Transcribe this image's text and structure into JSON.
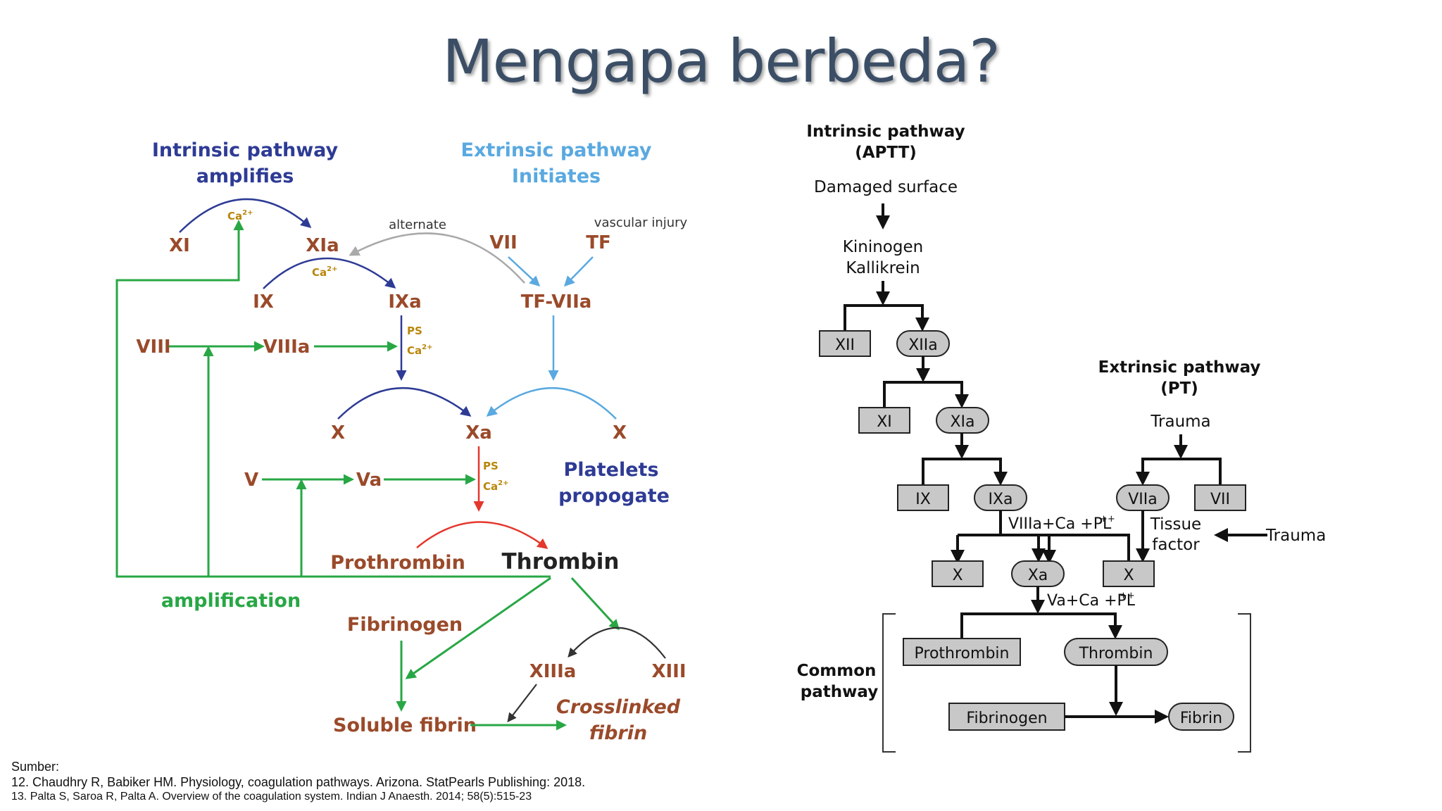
{
  "title": "Mengapa berbeda?",
  "colors": {
    "title": "#3b4e66",
    "intrinsic": "#2e3b95",
    "extrinsic": "#5aa9e0",
    "factor": "#9a4a2a",
    "amplification": "#28a745",
    "thrombin": "#222222",
    "alternate": "#a9a9a9",
    "red": "#e5372b",
    "ca": "#b8860b"
  },
  "left": {
    "intrinsic_header": [
      "Intrinsic pathway",
      "amplifies"
    ],
    "extrinsic_header": [
      "Extrinsic pathway",
      "Initiates"
    ],
    "alternate": "alternate",
    "vascular_injury": "vascular injury",
    "xi": "XI",
    "xia": "XIa",
    "vii": "VII",
    "tf": "TF",
    "ix": "IX",
    "ixa": "IXa",
    "tf_viia": "TF-VIIa",
    "viii": "VIII",
    "viiia": "VIIIa",
    "ps": "PS",
    "ca": "Ca",
    "x_left": "X",
    "xa": "Xa",
    "x_right": "X",
    "v": "V",
    "va": "Va",
    "platelets": [
      "Platelets",
      "propogate"
    ],
    "prothrombin": "Prothrombin",
    "thrombin": "Thrombin",
    "amplification": "amplification",
    "fibrinogen": "Fibrinogen",
    "xiiia": "XIIIa",
    "xiii": "XIII",
    "soluble_fibrin": "Soluble fibrin",
    "crosslinked": [
      "Crosslinked",
      "fibrin"
    ]
  },
  "right": {
    "intrinsic_header": [
      "Intrinsic pathway",
      "(APTT)"
    ],
    "damaged_surface": "Damaged surface",
    "kininogen": [
      "Kininogen",
      "Kallikrein"
    ],
    "xii": "XII",
    "xiia": "XIIa",
    "xi": "XI",
    "xia": "XIa",
    "extrinsic_header": [
      "Extrinsic pathway",
      "(PT)"
    ],
    "trauma_top": "Trauma",
    "ix": "IX",
    "ixa": "IXa",
    "viia": "VIIa",
    "vii": "VII",
    "viiia_complex": "VIIIa+Ca  +PL",
    "tissue_factor": [
      "Tissue",
      "factor"
    ],
    "trauma_side": "Trauma",
    "x_left": "X",
    "xa": "Xa",
    "x_right": "X",
    "va_complex": "Va+Ca  +PL",
    "superscript": "++",
    "common_pathway": [
      "Common",
      "pathway"
    ],
    "prothrombin": "Prothrombin",
    "thrombin": "Thrombin",
    "fibrinogen": "Fibrinogen",
    "fibrin": "Fibrin"
  },
  "sources": {
    "label": "Sumber:",
    "ref1": "12. Chaudhry R, Babiker HM. Physiology, coagulation pathways. Arizona. StatPearls Publishing: 2018.",
    "ref2": "13. Palta S, Saroa R, Palta A. Overview of the coagulation system. Indian J Anaesth. 2014; 58(5):515-23"
  }
}
